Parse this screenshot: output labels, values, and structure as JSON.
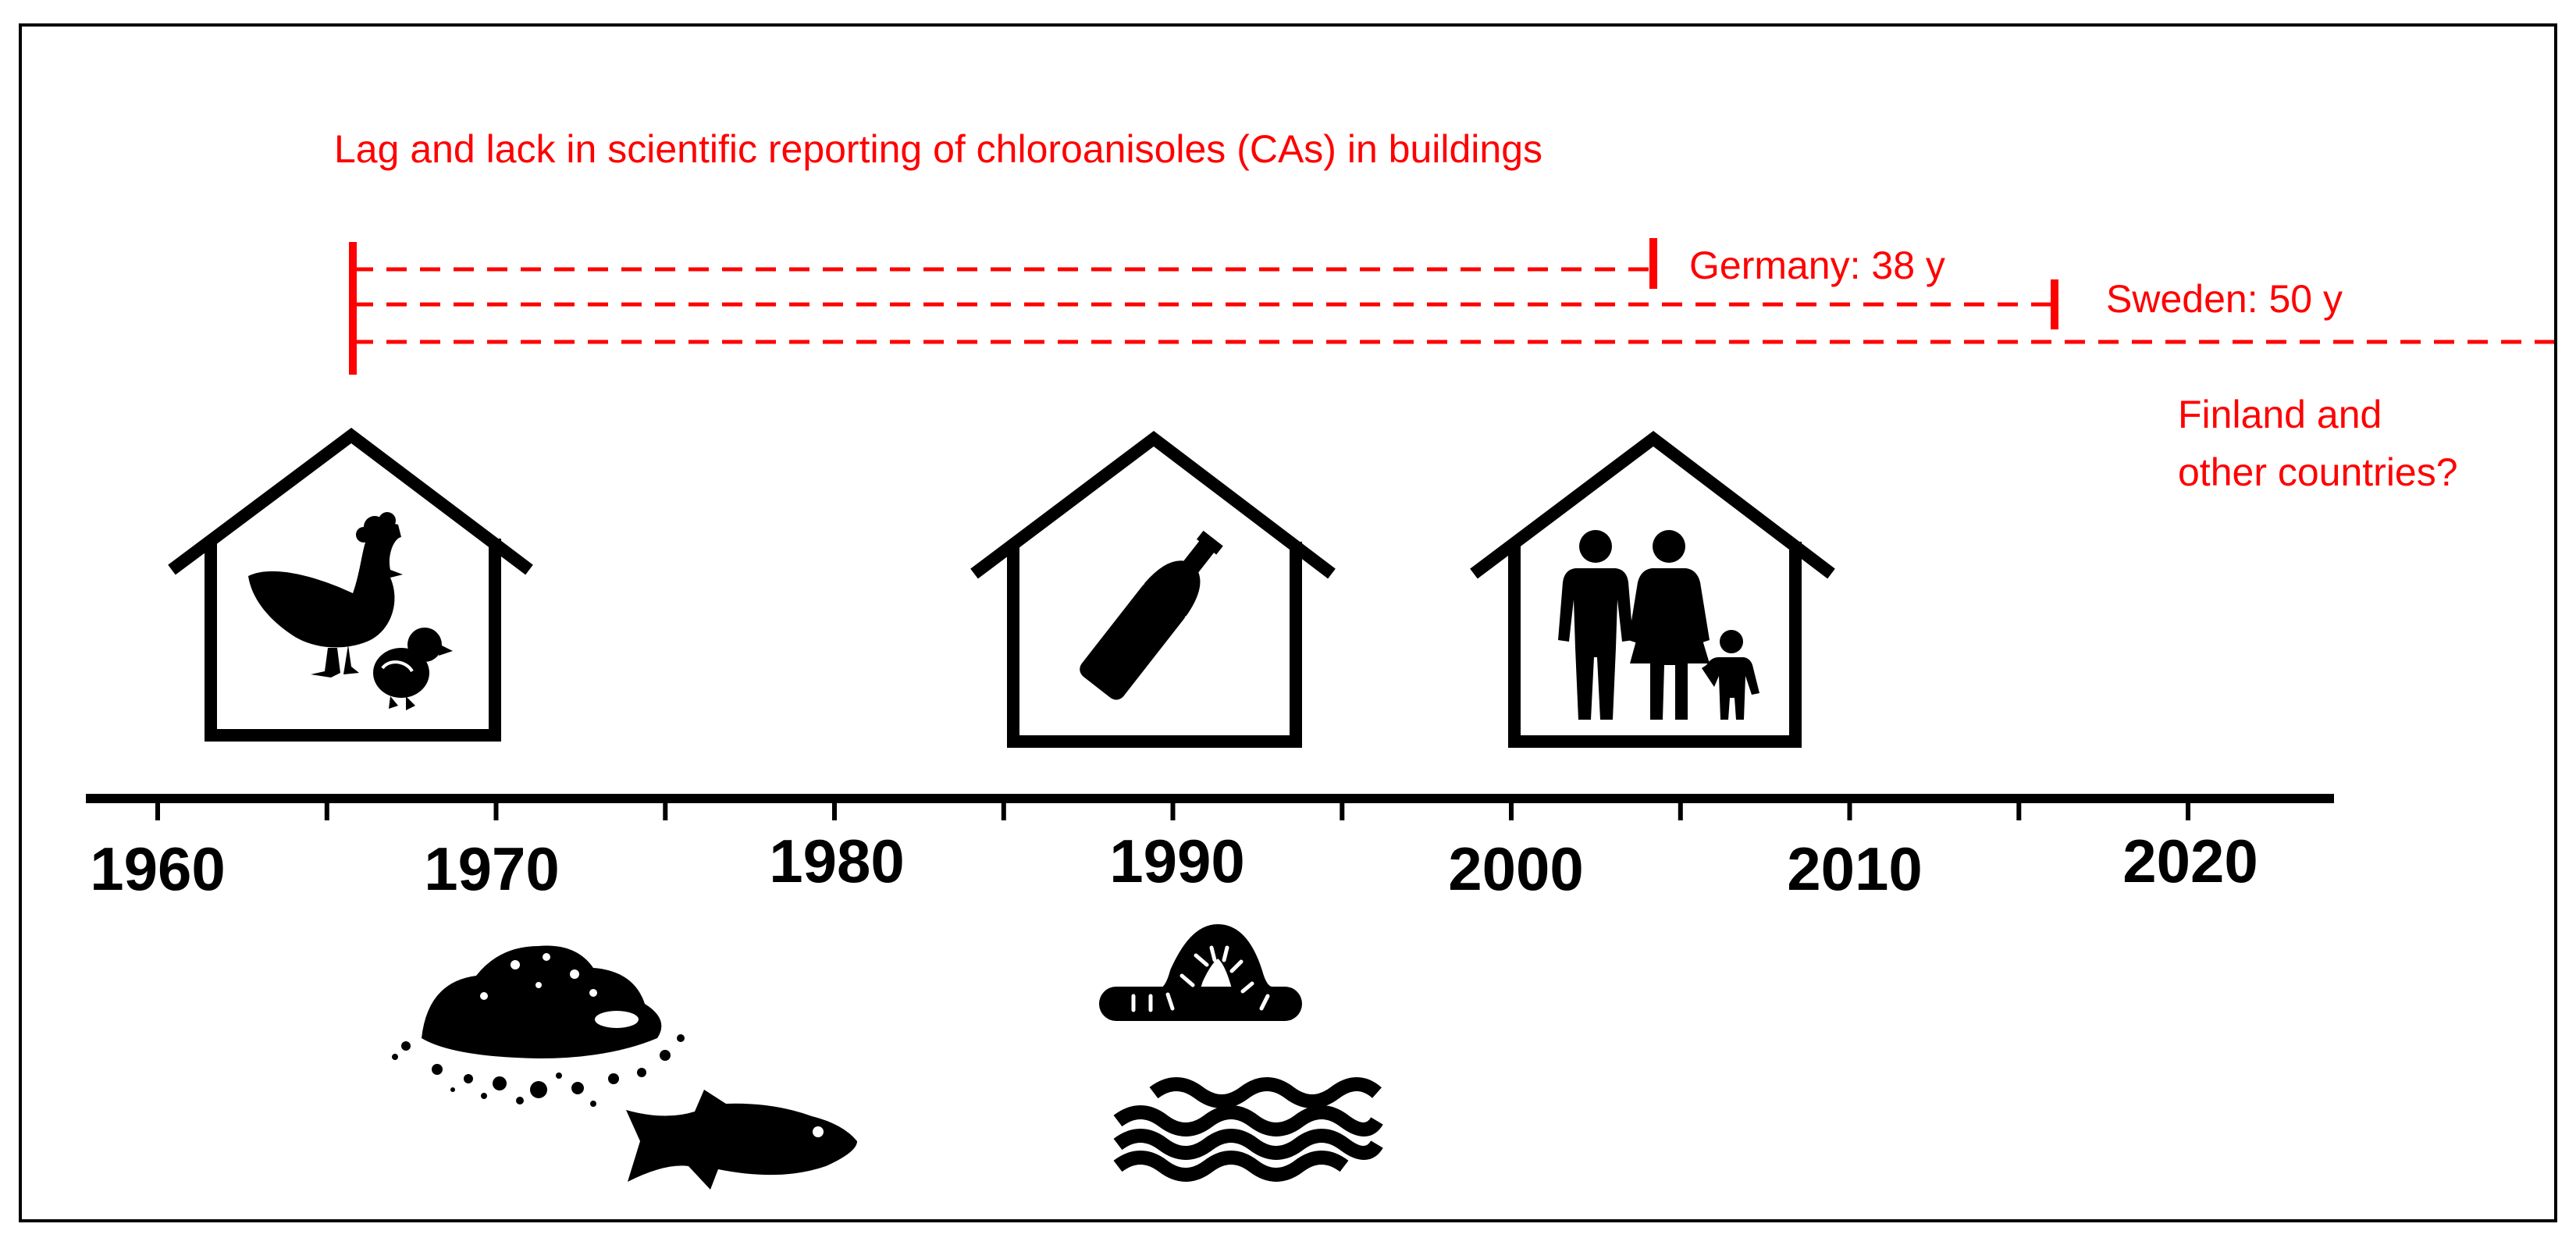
{
  "title": "Lag and lack in scientific reporting of chloroanisoles (CAs) in buildings",
  "colors": {
    "accent": "#ff0000",
    "ink": "#000000",
    "background": "#ffffff"
  },
  "lags": [
    {
      "label": "Germany: 38 y",
      "start_year": 1966,
      "end_year": 2004
    },
    {
      "label": "Sweden: 50 y",
      "start_year": 1966,
      "end_year": 2016
    },
    {
      "label_line1": "Finland and",
      "label_line2": "other countries?",
      "start_year": 1966,
      "end_year": null
    }
  ],
  "timeline": {
    "years": [
      "1960",
      "1970",
      "1980",
      "1990",
      "2000",
      "2010",
      "2020"
    ]
  },
  "icons": {
    "above": [
      "chicken-house-icon",
      "bottle-house-icon",
      "family-house-icon"
    ],
    "below": [
      "soil-icon",
      "fish-icon",
      "worm-icon",
      "water-waves-icon"
    ]
  }
}
